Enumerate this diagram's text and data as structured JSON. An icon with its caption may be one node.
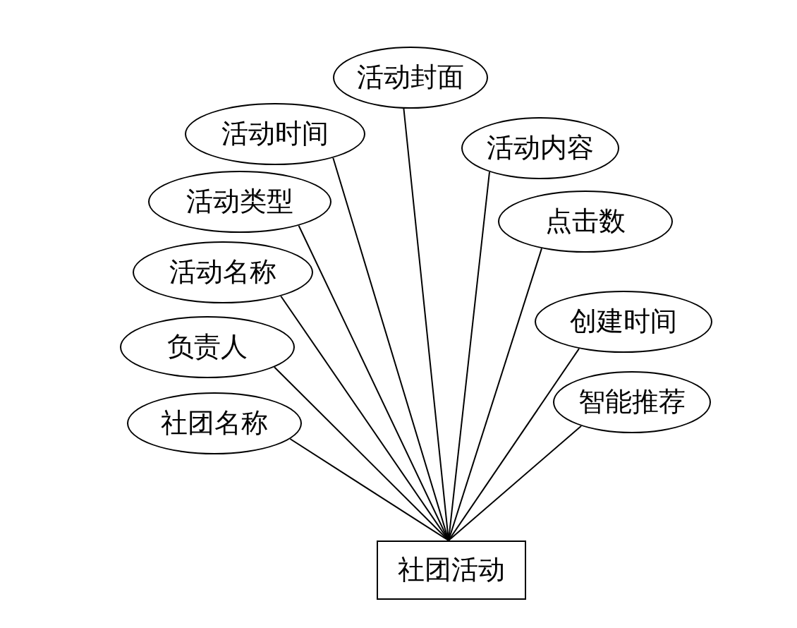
{
  "diagram": {
    "nodes": [
      {
        "text": [
          "活动封面"
        ]
      },
      {
        "text": [
          "活动时间"
        ]
      },
      {
        "text": [
          "活动内容"
        ]
      },
      {
        "text": [
          "活动类型"
        ]
      },
      {
        "text": [
          "点击数"
        ]
      },
      {
        "text": [
          "活动名称"
        ]
      },
      {
        "text": [
          "创建时间"
        ]
      },
      {
        "text": [
          "负责人"
        ]
      },
      {
        "text": [
          "智能推荐"
        ]
      },
      {
        "text": [
          "社团名称"
        ]
      },
      {
        "text": [
          "社团活动"
        ]
      }
    ],
    "edges": [
      {
        "from": 10,
        "to": 0,
        "arrow": "none"
      },
      {
        "from": 10,
        "to": 1,
        "arrow": "none"
      },
      {
        "from": 10,
        "to": 2,
        "arrow": "none"
      },
      {
        "from": 10,
        "to": 3,
        "arrow": "none"
      },
      {
        "from": 10,
        "to": 4,
        "arrow": "none"
      },
      {
        "from": 10,
        "to": 5,
        "arrow": "none"
      },
      {
        "from": 10,
        "to": 6,
        "arrow": "none"
      },
      {
        "from": 10,
        "to": 7,
        "arrow": "none"
      },
      {
        "from": 10,
        "to": 8,
        "arrow": "none"
      },
      {
        "from": 10,
        "to": 9,
        "arrow": "none"
      }
    ]
  }
}
